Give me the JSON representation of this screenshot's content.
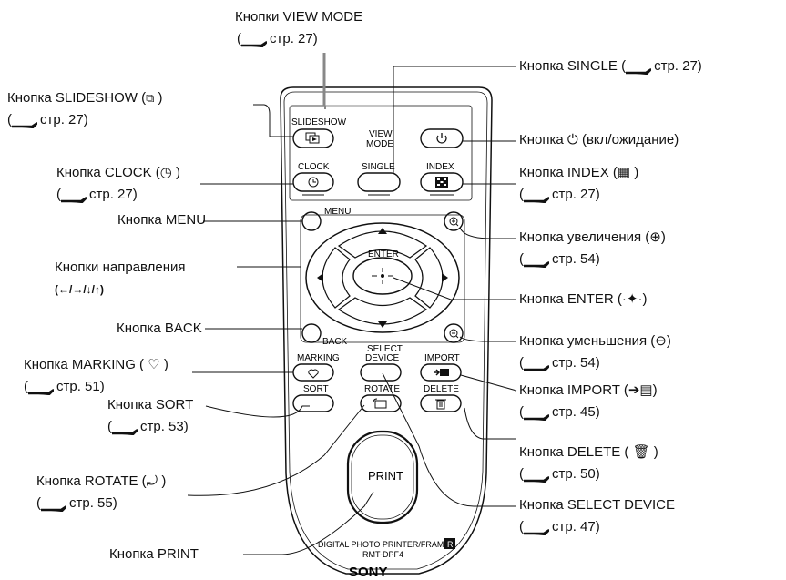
{
  "labels": {
    "view_mode": "Кнопки VIEW MODE",
    "view_mode_ref": "стр. 27)",
    "slideshow": "Кнопка SLIDESHOW (",
    "slideshow_ref": "стр. 27)",
    "clock": "Кнопка CLOCK (",
    "clock_ref": "стр. 27)",
    "menu": "Кнопка MENU",
    "direction": "Кнопки направления",
    "direction_keys": "(←/→/↓/↑)",
    "back": "Кнопка BACK",
    "marking": "Кнопка MARKING (",
    "marking_ref": "стр. 51)",
    "sort": "Кнопка SORT",
    "sort_ref": "стр. 53)",
    "rotate": "Кнопка ROTATE (",
    "rotate_ref": "стр. 55)",
    "print": "Кнопка PRINT",
    "single": "Кнопка SINGLE (",
    "single_ref": "стр. 27)",
    "power": "Кнопка",
    "power_suffix": "(вкл/ожидание)",
    "index": "Кнопка INDEX (",
    "index_ref": "стр. 27)",
    "zoom_in": "Кнопка увеличения (",
    "zoom_in_ref": "стр. 54)",
    "enter": "Кнопка ENTER (",
    "zoom_out": "Кнопка уменьшения (",
    "zoom_out_ref": "стр. 54)",
    "import": "Кнопка IMPORT (",
    "import_ref": "стр. 45)",
    "delete": "Кнопка DELETE (",
    "delete_ref": "стр. 50)",
    "select_device": "Кнопка SELECT DEVICE",
    "select_device_ref": "стр. 47)"
  },
  "remote": {
    "slideshow": "SLIDESHOW",
    "view_mode_1": "VIEW",
    "view_mode_2": "MODE",
    "clock": "CLOCK",
    "single": "SINGLE",
    "index": "INDEX",
    "menu": "MENU",
    "enter": "ENTER",
    "back": "BACK",
    "marking": "MARKING",
    "select_1": "SELECT",
    "select_2": "DEVICE",
    "import": "IMPORT",
    "sort": "SORT",
    "rotate": "ROTATE",
    "delete": "DELETE",
    "print": "PRINT",
    "model_line": "DIGITAL PHOTO PRINTER/FRAME",
    "model": "RMT-DPF4",
    "brand": "SONY"
  }
}
